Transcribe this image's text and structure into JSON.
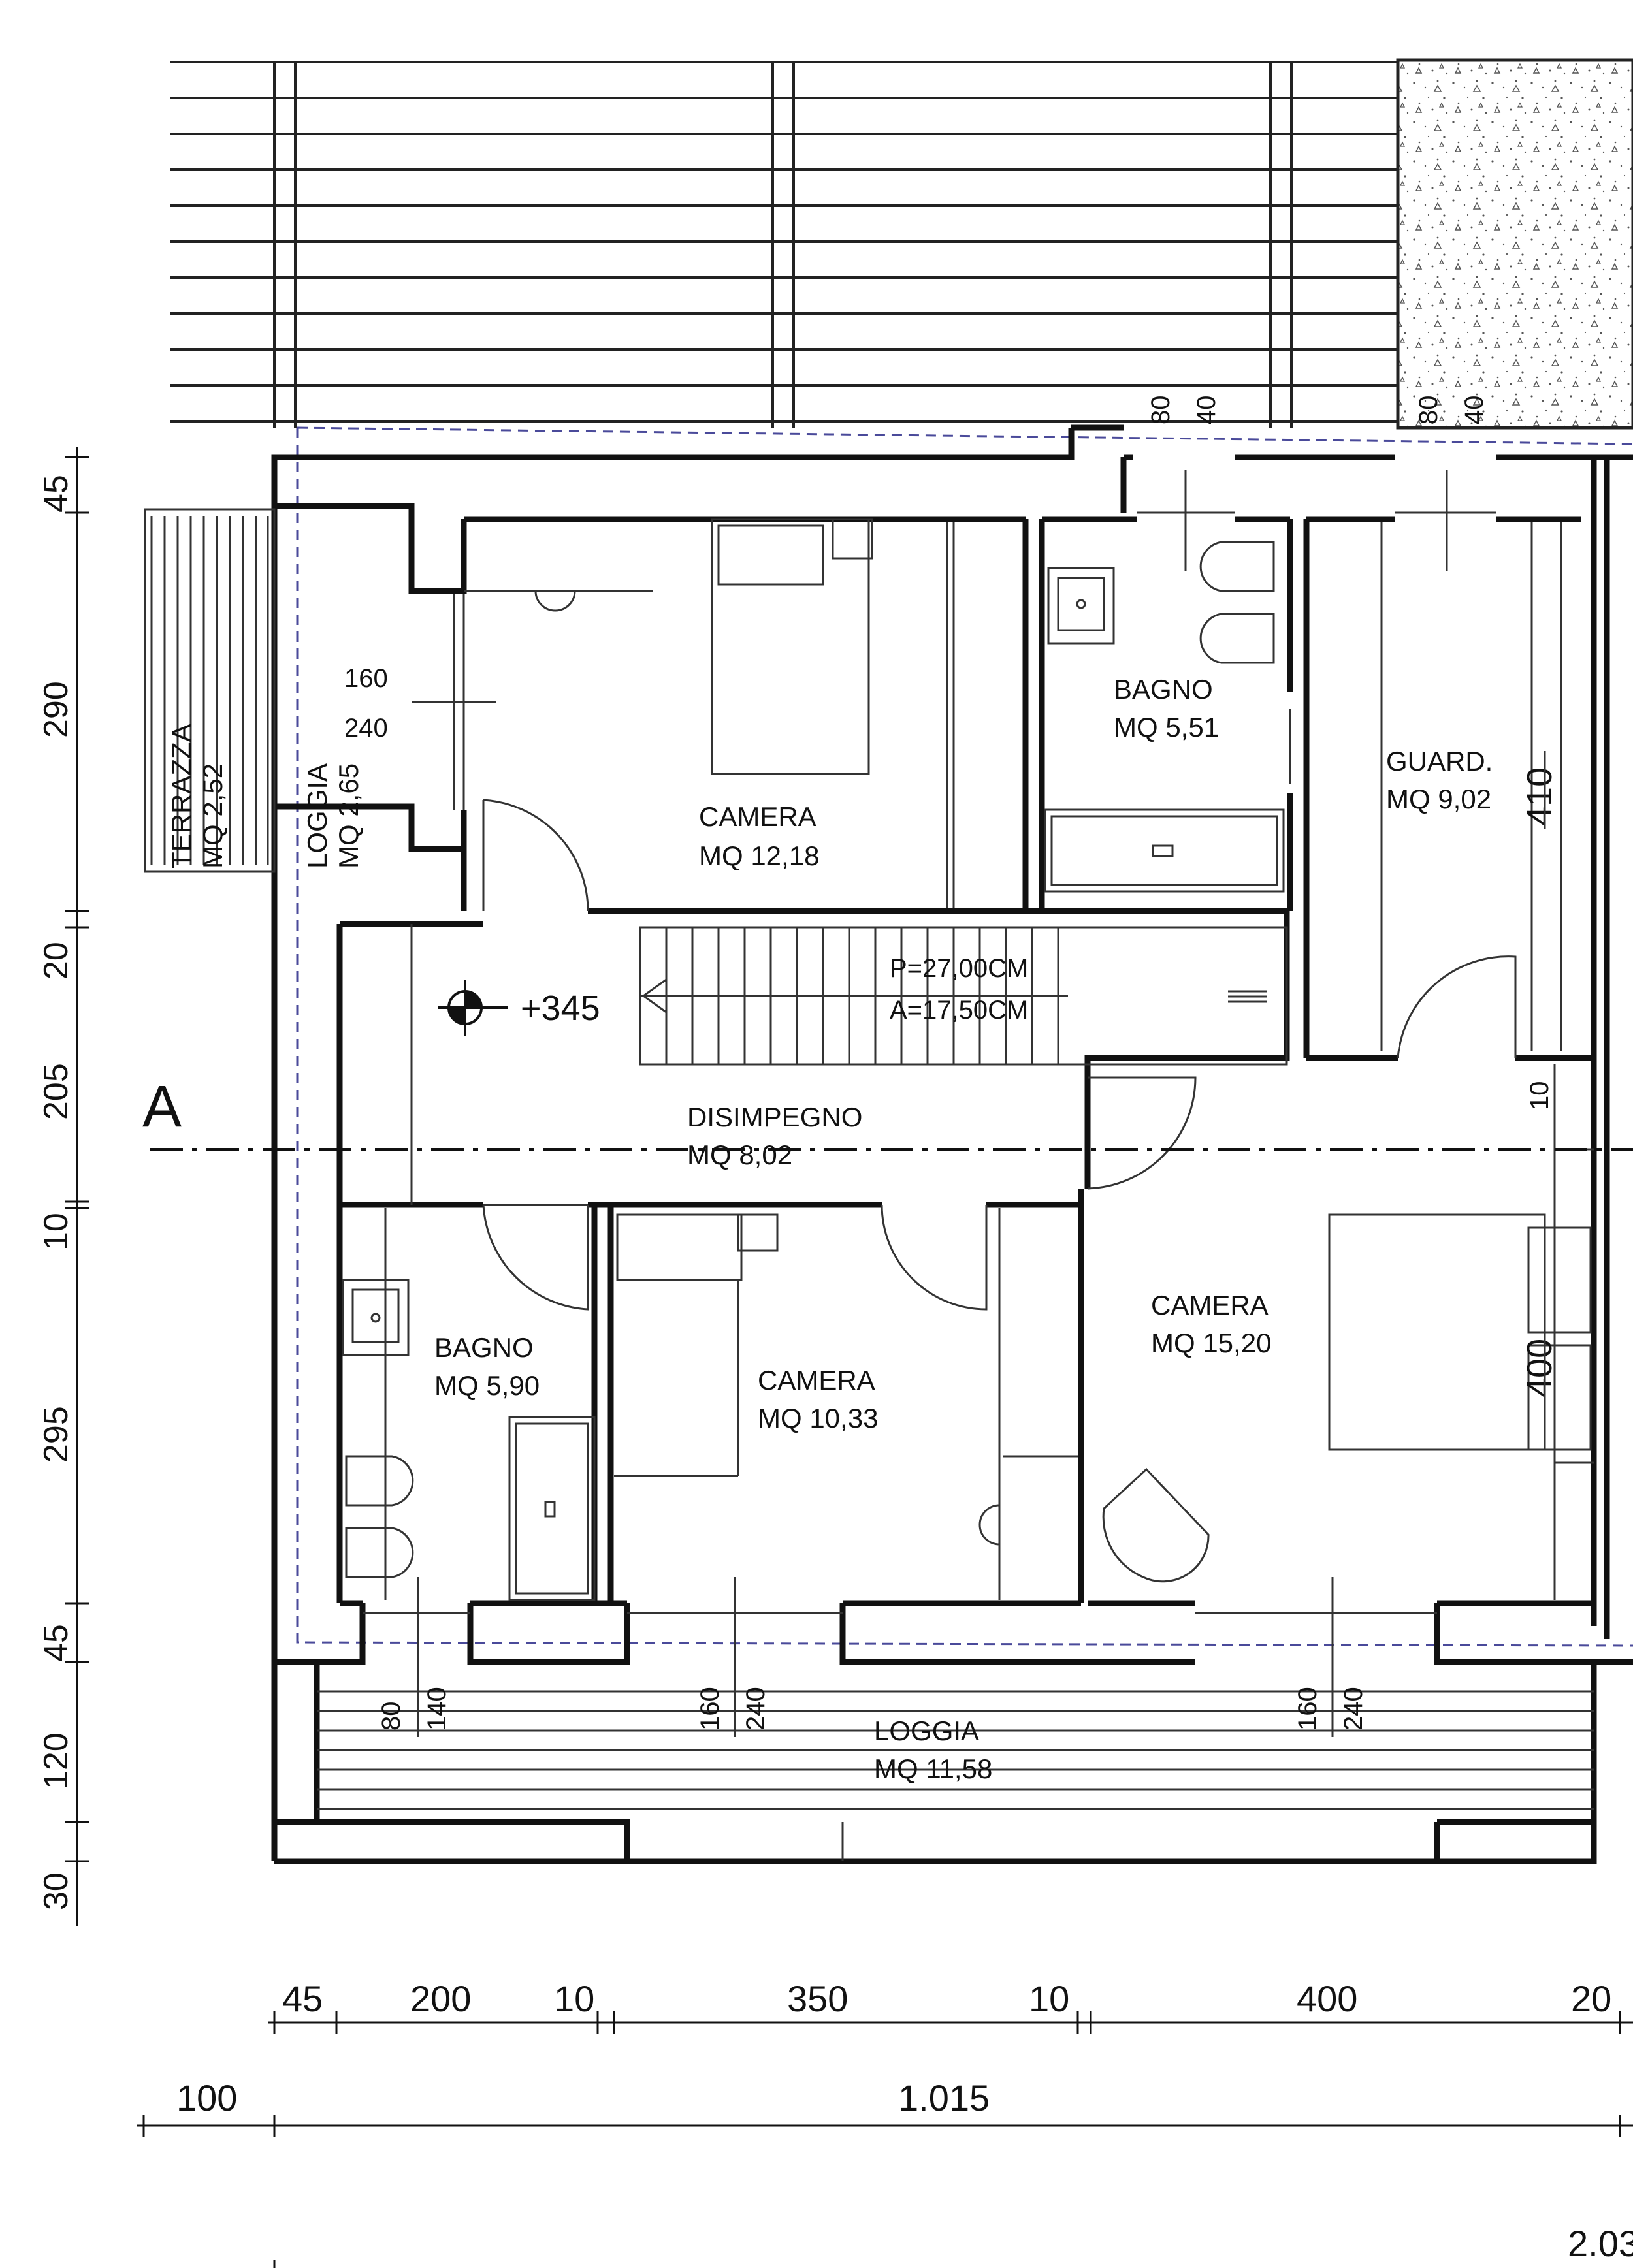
{
  "rooms": {
    "camera_top": {
      "name": "CAMERA",
      "area": "MQ 12,18"
    },
    "bagno_top": {
      "name": "BAGNO",
      "area": "MQ 5,51"
    },
    "guard": {
      "name": "GUARD.",
      "area": "MQ 9,02"
    },
    "disimpegno": {
      "name": "DISIMPEGNO",
      "area": "MQ 8,02"
    },
    "bagno_bottom": {
      "name": "BAGNO",
      "area": "MQ 5,90"
    },
    "camera_mid": {
      "name": "CAMERA",
      "area": "MQ 10,33"
    },
    "camera_right": {
      "name": "CAMERA",
      "area": "MQ 15,20"
    },
    "loggia_bottom": {
      "name": "LOGGIA",
      "area": "MQ 11,58"
    },
    "terrazza": {
      "name": "TERRAZZA",
      "area": "MQ 2,52"
    },
    "loggia_side": {
      "name": "LOGGIA",
      "area": "MQ 2,65"
    }
  },
  "stairs": {
    "tread": "P=27,00CM",
    "riser": "A=17,50CM"
  },
  "level_mark": "+345",
  "section_label": "A",
  "window_dims": {
    "top_center": [
      "80",
      "40"
    ],
    "top_right": [
      "80",
      "40"
    ],
    "side": [
      "160",
      "240"
    ],
    "bottom_left": [
      "80",
      "140"
    ],
    "bottom_mid": [
      "160",
      "240"
    ],
    "bottom_right": [
      "160",
      "240"
    ],
    "disimpegno_right": "10",
    "guard_depth": "410",
    "camera_right_depth": "400"
  },
  "dims_vertical": [
    "45",
    "290",
    "20",
    "205",
    "10",
    "295",
    "45",
    "120",
    "30"
  ],
  "dims_horizontal": [
    "45",
    "200",
    "10",
    "350",
    "10",
    "400",
    "20"
  ],
  "dims_total": [
    "100",
    "1.015",
    "2.03"
  ]
}
